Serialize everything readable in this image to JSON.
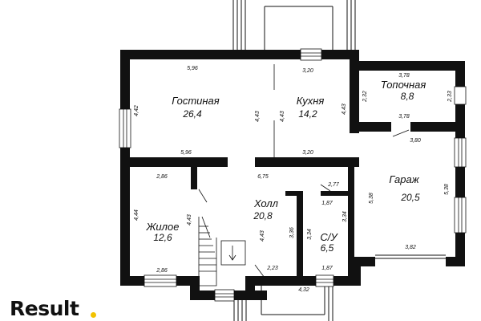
{
  "brand": {
    "name": "Result",
    "accent_color": "#f2c200"
  },
  "rooms": [
    {
      "name": "Гостиная",
      "area": "26,4"
    },
    {
      "name": "Кухня",
      "area": "14,2"
    },
    {
      "name": "Топочная",
      "area": "8,8"
    },
    {
      "name": "Гараж",
      "area": "20,5"
    },
    {
      "name": "Холл",
      "area": "20,8"
    },
    {
      "name": "Жилое",
      "area": "12,6"
    },
    {
      "name": "С/У",
      "area": "6,5"
    }
  ],
  "dimensions": {
    "living_top": "5,96",
    "living_bottom": "5,96",
    "living_left": "4,42",
    "living_right": "4,43",
    "kitchen_top": "3,20",
    "kitchen_bottom": "3,20",
    "kitchen_left": "4,43",
    "kitchen_right": "4,43",
    "boiler_top": "3,78",
    "boiler_bottom": "3,78",
    "boiler_left": "2,32",
    "boiler_right": "2,33",
    "garage_top": "3,80",
    "garage_bottom": "3,82",
    "garage_left": "5,38",
    "garage_right": "5,38",
    "hall_top": "6,75",
    "hall_left": "4,43",
    "hall_right": "3,36",
    "hall_bottom": "2,23",
    "bedroom_top": "2,86",
    "bedroom_bottom": "2,86",
    "bedroom_left": "4,44",
    "bedroom_right": "4,43",
    "bath_top": "1,87",
    "bath_bottom": "1,87",
    "bath_left": "3,34",
    "bath_right": "3,34",
    "corridor": "2,77",
    "vestibule": "4,32"
  }
}
